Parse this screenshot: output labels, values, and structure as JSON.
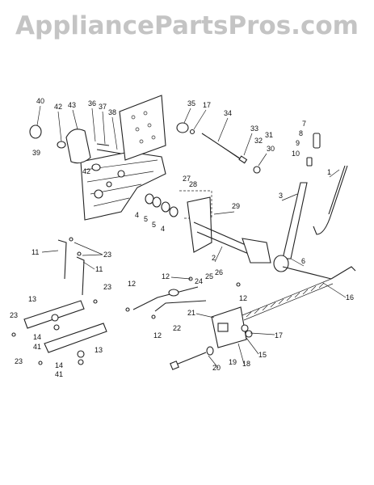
{
  "watermark": "AppliancePartsPros.com",
  "callouts": [
    {
      "id": "c40",
      "text": "40"
    },
    {
      "id": "c42a",
      "text": "42"
    },
    {
      "id": "c43",
      "text": "43"
    },
    {
      "id": "c36",
      "text": "36"
    },
    {
      "id": "c37",
      "text": "37"
    },
    {
      "id": "c38",
      "text": "38"
    },
    {
      "id": "c39",
      "text": "39"
    },
    {
      "id": "c42b",
      "text": "42"
    },
    {
      "id": "c35",
      "text": "35"
    },
    {
      "id": "c17a",
      "text": "17"
    },
    {
      "id": "c34",
      "text": "34"
    },
    {
      "id": "c33",
      "text": "33"
    },
    {
      "id": "c32",
      "text": "32"
    },
    {
      "id": "c31",
      "text": "31"
    },
    {
      "id": "c30",
      "text": "30"
    },
    {
      "id": "c7",
      "text": "7"
    },
    {
      "id": "c8",
      "text": "8"
    },
    {
      "id": "c9",
      "text": "9"
    },
    {
      "id": "c10",
      "text": "10"
    },
    {
      "id": "c1",
      "text": "1"
    },
    {
      "id": "c27",
      "text": "27"
    },
    {
      "id": "c28",
      "text": "28"
    },
    {
      "id": "c29",
      "text": "29"
    },
    {
      "id": "c3",
      "text": "3"
    },
    {
      "id": "c4a",
      "text": "4"
    },
    {
      "id": "c5a",
      "text": "5"
    },
    {
      "id": "c5b",
      "text": "5"
    },
    {
      "id": "c4b",
      "text": "4"
    },
    {
      "id": "c2",
      "text": "2"
    },
    {
      "id": "c6",
      "text": "6"
    },
    {
      "id": "c11a",
      "text": "11"
    },
    {
      "id": "c23a",
      "text": "23"
    },
    {
      "id": "c11b",
      "text": "11"
    },
    {
      "id": "c12a",
      "text": "12"
    },
    {
      "id": "c24",
      "text": "24"
    },
    {
      "id": "c25",
      "text": "25"
    },
    {
      "id": "c26",
      "text": "26"
    },
    {
      "id": "c23b",
      "text": "23"
    },
    {
      "id": "c12b",
      "text": "12"
    },
    {
      "id": "c12c",
      "text": "12"
    },
    {
      "id": "c16a",
      "text": "16"
    },
    {
      "id": "c13a",
      "text": "13"
    },
    {
      "id": "c21",
      "text": "21"
    },
    {
      "id": "c22",
      "text": "22"
    },
    {
      "id": "c23c",
      "text": "23"
    },
    {
      "id": "c12d",
      "text": "12"
    },
    {
      "id": "c17b",
      "text": "17"
    },
    {
      "id": "c14a",
      "text": "14"
    },
    {
      "id": "c41a",
      "text": "41"
    },
    {
      "id": "c15",
      "text": "15"
    },
    {
      "id": "c13b",
      "text": "13"
    },
    {
      "id": "c18",
      "text": "18"
    },
    {
      "id": "c19",
      "text": "19"
    },
    {
      "id": "c20",
      "text": "20"
    },
    {
      "id": "c23d",
      "text": "23"
    },
    {
      "id": "c14b",
      "text": "14"
    },
    {
      "id": "c41b",
      "text": "41"
    }
  ]
}
